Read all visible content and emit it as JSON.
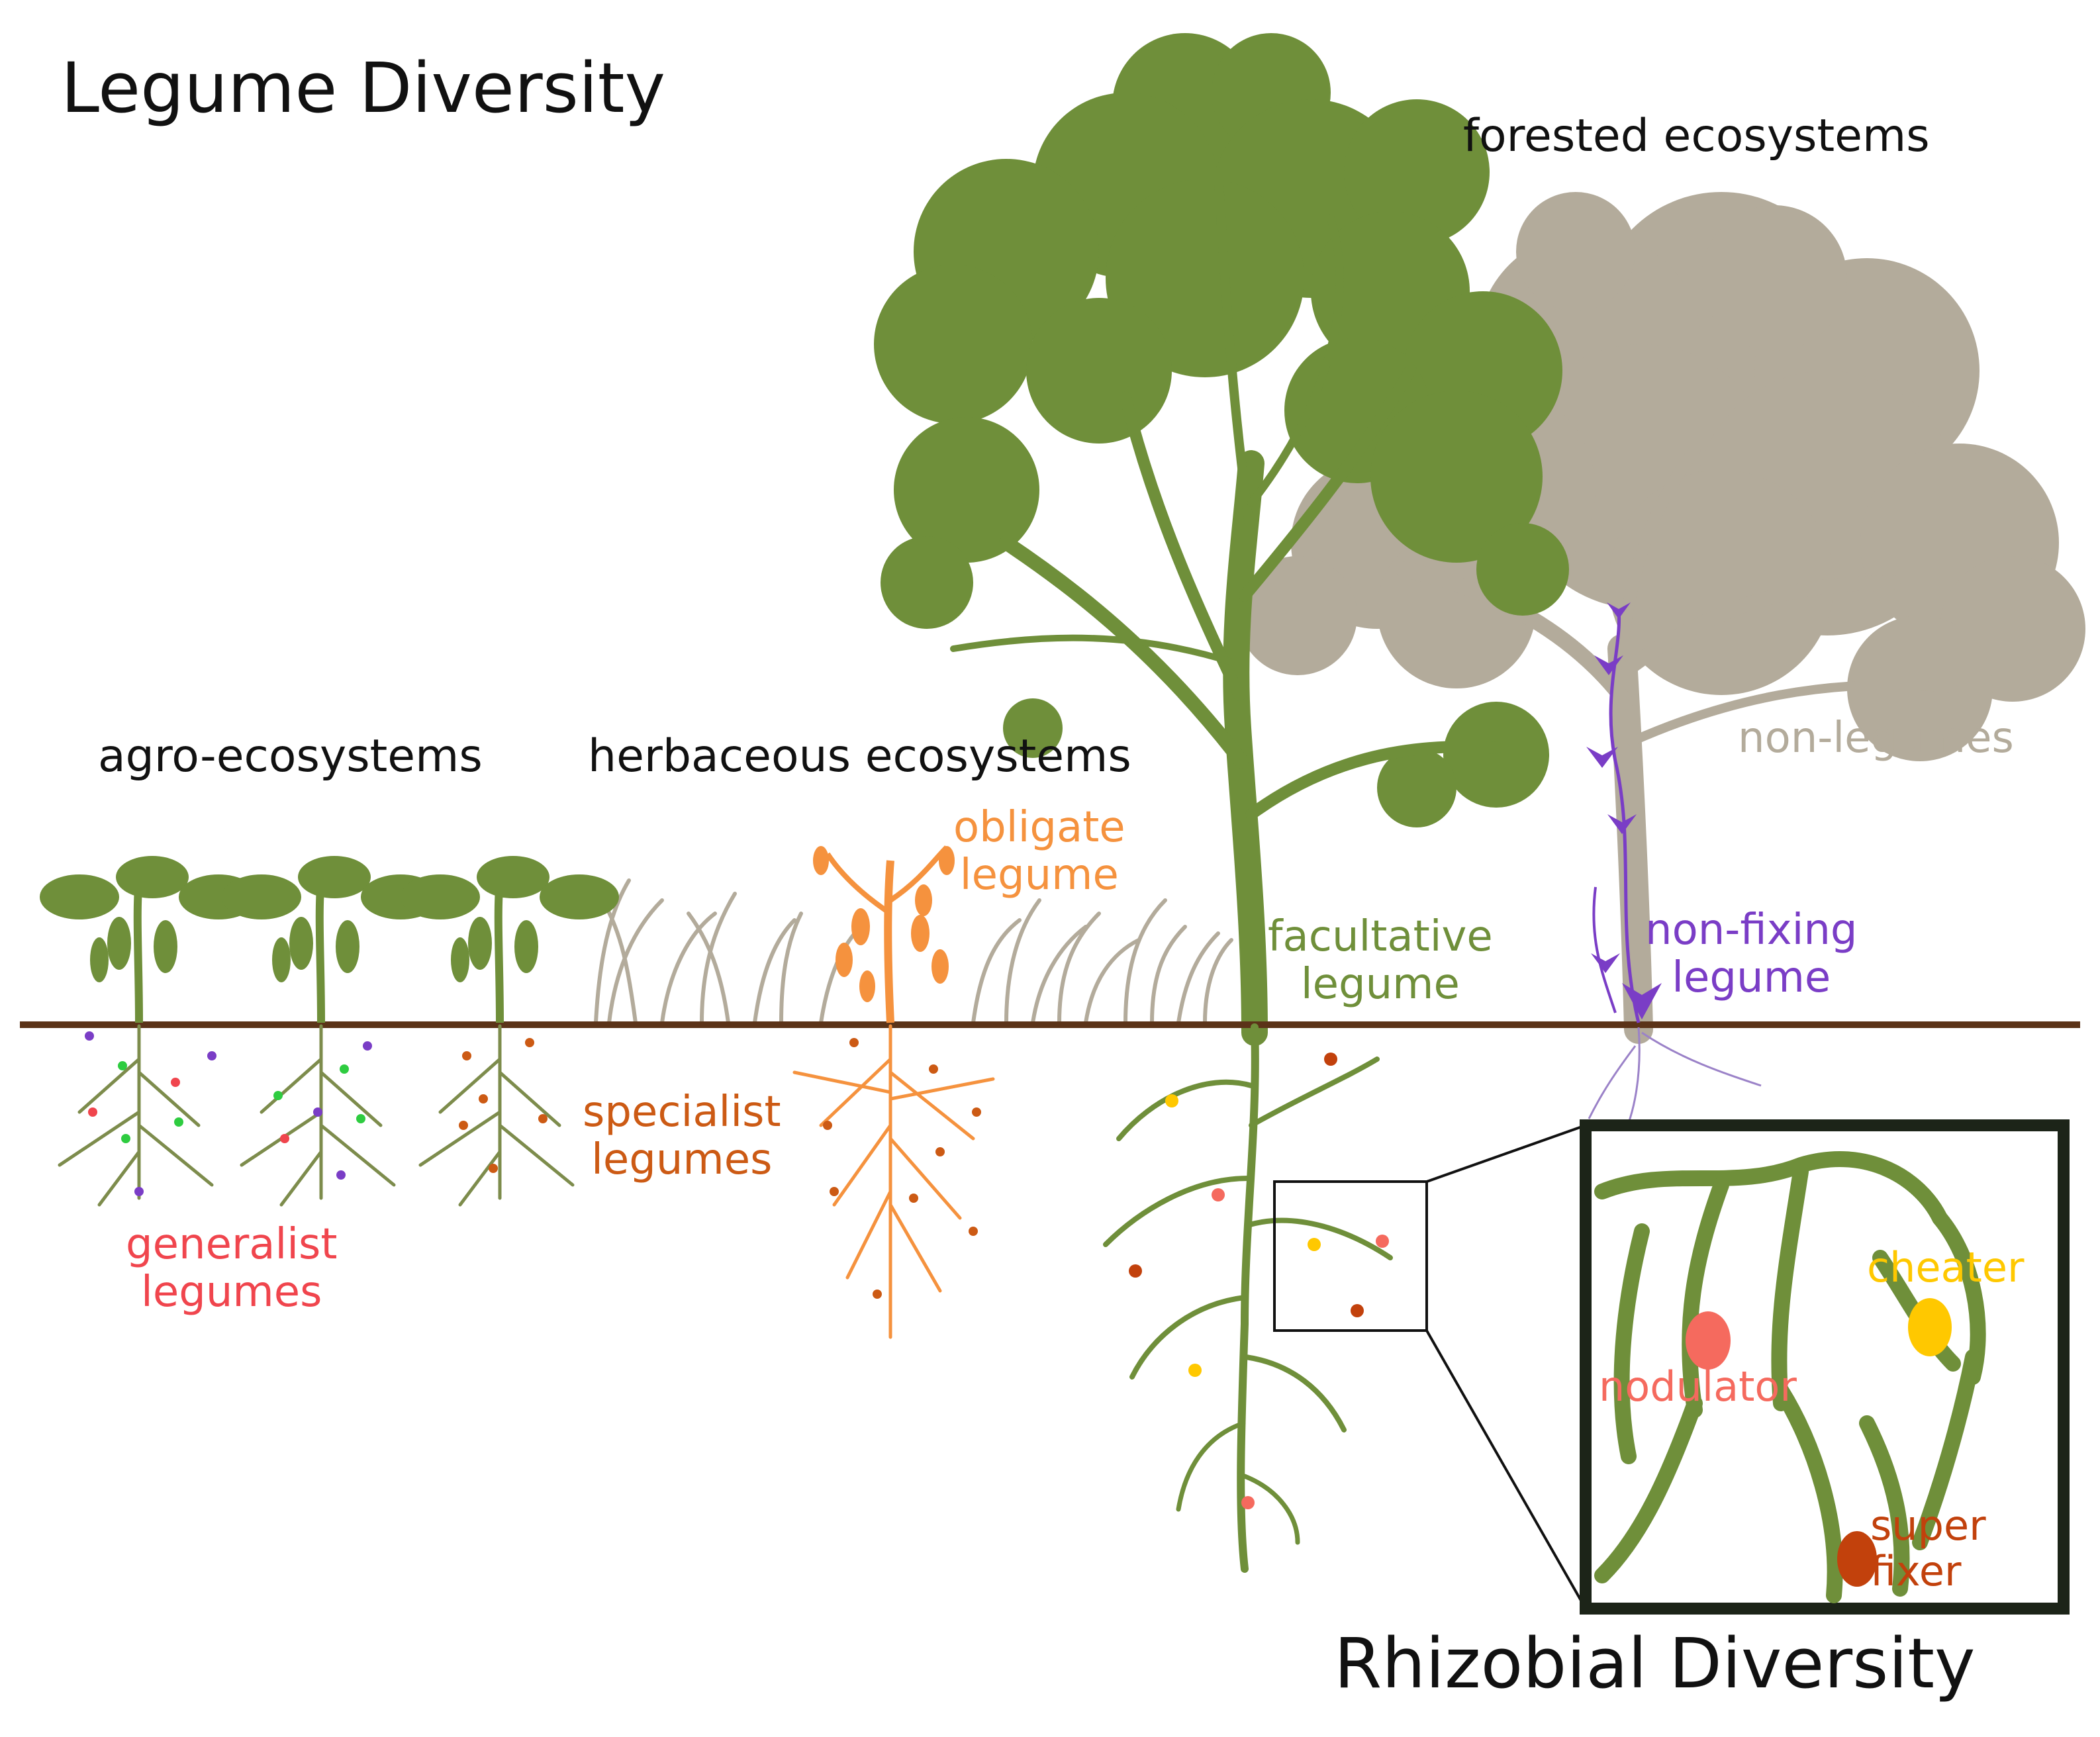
{
  "titles": {
    "legume_diversity": "Legume Diversity",
    "rhizobial_diversity": "Rhizobial Diversity"
  },
  "ecosystems": {
    "forested": "forested ecosystems",
    "agro": "agro-ecosystems",
    "herbaceous": "herbaceous ecosystems"
  },
  "plants": {
    "non_legumes": "non-legumes",
    "obligate": [
      "obligate",
      "legume"
    ],
    "facultative": [
      "facultative",
      "legume"
    ],
    "non_fixing": [
      "non-fixing",
      "legume"
    ],
    "specialist": [
      "specialist",
      "legumes"
    ],
    "generalist": [
      "generalist",
      "legumes"
    ]
  },
  "rhizobia": {
    "cheater": "cheater",
    "nodulator": "nodulator",
    "super_fixer": [
      "super",
      "fixer"
    ]
  },
  "colors": {
    "legume_green": "#6f8f3a",
    "non_legume_tan": "#b3ab9b",
    "obligate_orange": "#f5923e",
    "non_fixing_purple": "#7a3dc6",
    "generalist_red": "#f0454d",
    "specialist_orange": "#cc5a14",
    "cheater_yellow": "#ffc800",
    "nodulator_salmon": "#f56a5e",
    "super_fixer_rust": "#c2410c",
    "soil_brown": "#5b3318",
    "text_black": "#111111"
  }
}
